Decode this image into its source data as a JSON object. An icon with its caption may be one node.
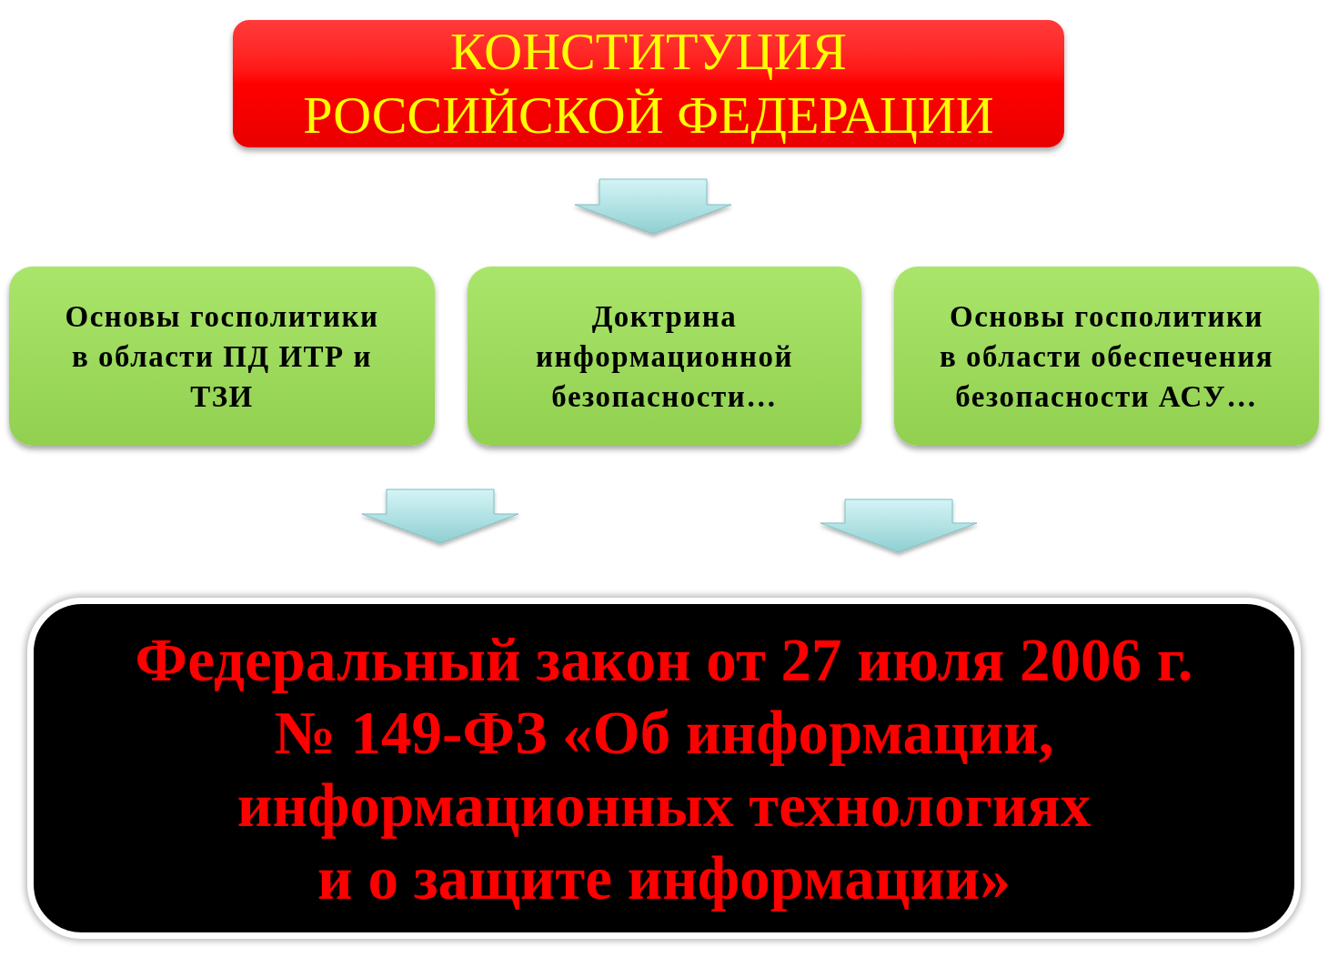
{
  "diagram": {
    "nodes": [
      {
        "text": [
          "КОНСТИТУЦИЯ РОССИЙСКОЙ ФЕДЕРАЦИИ"
        ]
      },
      {
        "text": [
          "Основы госполитики в области ПД ИТР и ТЗИ"
        ]
      },
      {
        "text": [
          "Доктрина информационной безопасности…"
        ]
      },
      {
        "text": [
          "Основы госполитики в области обеспечения безопасности АСУ…"
        ]
      },
      {
        "text": [
          "Федеральный закон от 27 июля 2006 г. № 149-ФЗ «Об информации, информационных технологиях и о защите информации»"
        ]
      }
    ],
    "edges": [
      {
        "from": 0,
        "to": 2,
        "arrow": "to"
      },
      {
        "from": 1,
        "to": 4,
        "arrow": "to"
      },
      {
        "from": 3,
        "to": 4,
        "arrow": "to"
      }
    ]
  }
}
